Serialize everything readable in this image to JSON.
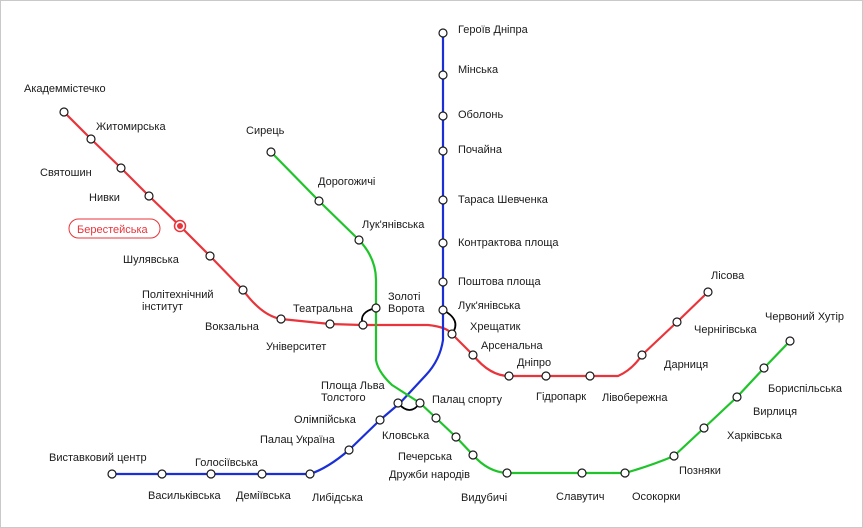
{
  "map": {
    "colors": {
      "red_line": "#e8343a",
      "blue_line": "#1b2fd6",
      "green_line": "#1ec42a",
      "station_outline": "#1a1a1a",
      "transfer": "#000000"
    },
    "selected_station": "Берестейська",
    "lines": {
      "red": {
        "color_name": "red",
        "stations": {
          "akademmistechko": "Академмістечко",
          "zhytomyrska": "Житомирська",
          "sviatoshyn": "Святошин",
          "nyvky": "Нивки",
          "beresteiska": "Берестейська",
          "shuliavska": "Шулявська",
          "politekhnichnyi_1": "Політехнічний",
          "politekhnichnyi_2": "інститут",
          "vokzalna": "Вокзальна",
          "universytet": "Університет",
          "teatralna": "Театральна",
          "khreshchatyk": "Хрещатик",
          "arsenalna": "Арсенальна",
          "dnipro": "Дніпро",
          "hidropark": "Гідропарк",
          "livoberezhna": "Лівобережна",
          "darnytsia": "Дарниця",
          "chernihivska": "Чернігівська",
          "lisova": "Лісова"
        }
      },
      "blue": {
        "color_name": "blue",
        "stations": {
          "heroiv_dnipra": "Героїв Дніпра",
          "minska": "Мінська",
          "obolon": "Оболонь",
          "pochaina": "Почайна",
          "tarasa_shevchenka": "Тараса Шевченка",
          "kontraktova": "Контрактова площа",
          "poshtova": "Поштова площа",
          "maidan": "Лук'янівська",
          "lva_tolstoho_1": "Площа Льва",
          "lva_tolstoho_2": "Толстого",
          "olimpiiska": "Олімпійська",
          "palats_ukraina": "Палац Україна",
          "lybidska": "Либідська",
          "demiivska": "Деміївська",
          "holosiivska": "Голосіївська",
          "vasylkivska": "Васильківська",
          "vystavkovyi": "Виставковий центр"
        }
      },
      "green": {
        "color_name": "green",
        "stations": {
          "syrets": "Сирець",
          "dorohozhychi": "Дорогожичі",
          "lukianivska": "Лук'янівська",
          "zoloti_1": "Золоті",
          "zoloti_2": "Ворота",
          "palats_sportu": "Палац спорту",
          "klovska": "Кловська",
          "pecherska": "Печерська",
          "druzhby": "Дружби народів",
          "vydubychi": "Видубичі",
          "slavutych": "Славутич",
          "osokorky": "Осокорки",
          "pozniaky": "Позняки",
          "kharkivska": "Харківська",
          "vyrlytsia": "Вирлиця",
          "boryspilska": "Бориспільська",
          "chervonyi_khutir": "Червоний Хутір"
        }
      }
    }
  }
}
